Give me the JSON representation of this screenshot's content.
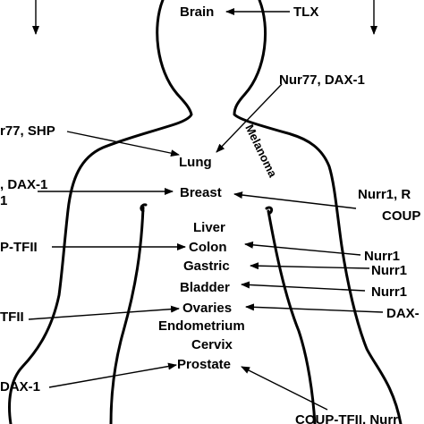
{
  "organs": {
    "brain": "Brain",
    "lung": "Lung",
    "breast": "Breast",
    "liver": "Liver",
    "colon": "Colon",
    "gastric": "Gastric",
    "bladder": "Bladder",
    "ovaries": "Ovaries",
    "endometrium": "Endometrium",
    "cervix": "Cervix",
    "prostate": "Prostate",
    "melanoma": "Melanoma"
  },
  "receptors": {
    "tlx": "TLX",
    "nur77_dax1": "Nur77, DAX-1",
    "r77_shp": "r77, SHP",
    "dax1_left": ", DAX-1",
    "one_left": "1",
    "nurr1_r": "Nurr1,   R",
    "coup_right": "COUP",
    "p_tfii": "P-TFII",
    "nurr1_colon": "Nurr1",
    "nurr1_gastric": "Nurr1",
    "nurr1_bladder": "Nurr1",
    "dax_right": "DAX-",
    "tfii_left": "TFII",
    "dax1_bottom": "DAX-1",
    "coup_tfii_nurr": "COUP-TFII, Nurr"
  }
}
